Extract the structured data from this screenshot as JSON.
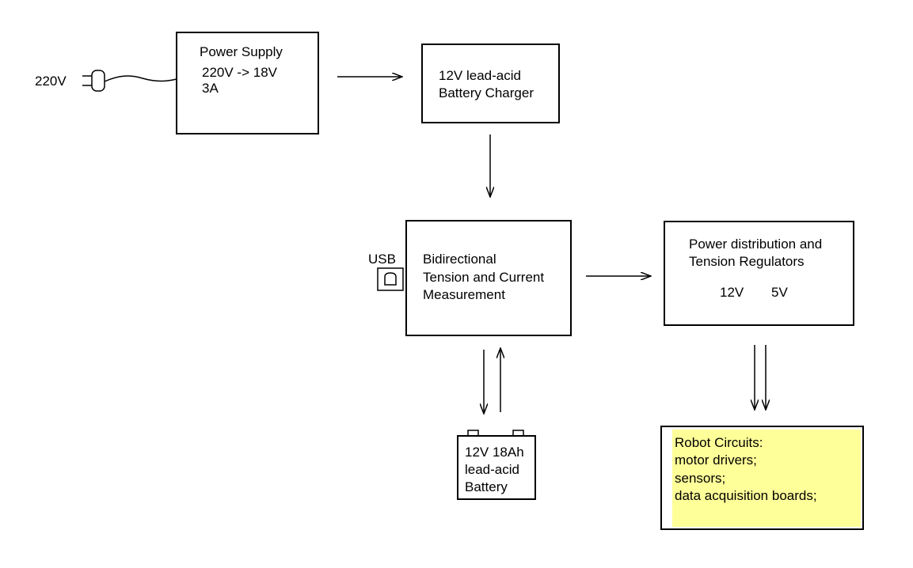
{
  "mains": {
    "label": "220V"
  },
  "power_supply": {
    "title": "Power Supply",
    "line1": "220V -> 18V",
    "line2": "3A"
  },
  "charger": {
    "line1": "12V lead-acid",
    "line2": "Battery Charger"
  },
  "measurement": {
    "line1": "Bidirectional",
    "line2": "Tension and Current",
    "line3": "Measurement"
  },
  "usb": {
    "label": "USB"
  },
  "distribution": {
    "line1": "Power distribution and",
    "line2": "Tension Regulators",
    "v12": "12V",
    "v5": "5V"
  },
  "battery": {
    "line1": "12V 18Ah",
    "line2": "lead-acid",
    "line3": "Battery"
  },
  "robot": {
    "line1": "Robot Circuits:",
    "line2": "motor drivers;",
    "line3": "sensors;",
    "line4": "data acquisition boards;",
    "highlight_color": "#ffff99"
  }
}
